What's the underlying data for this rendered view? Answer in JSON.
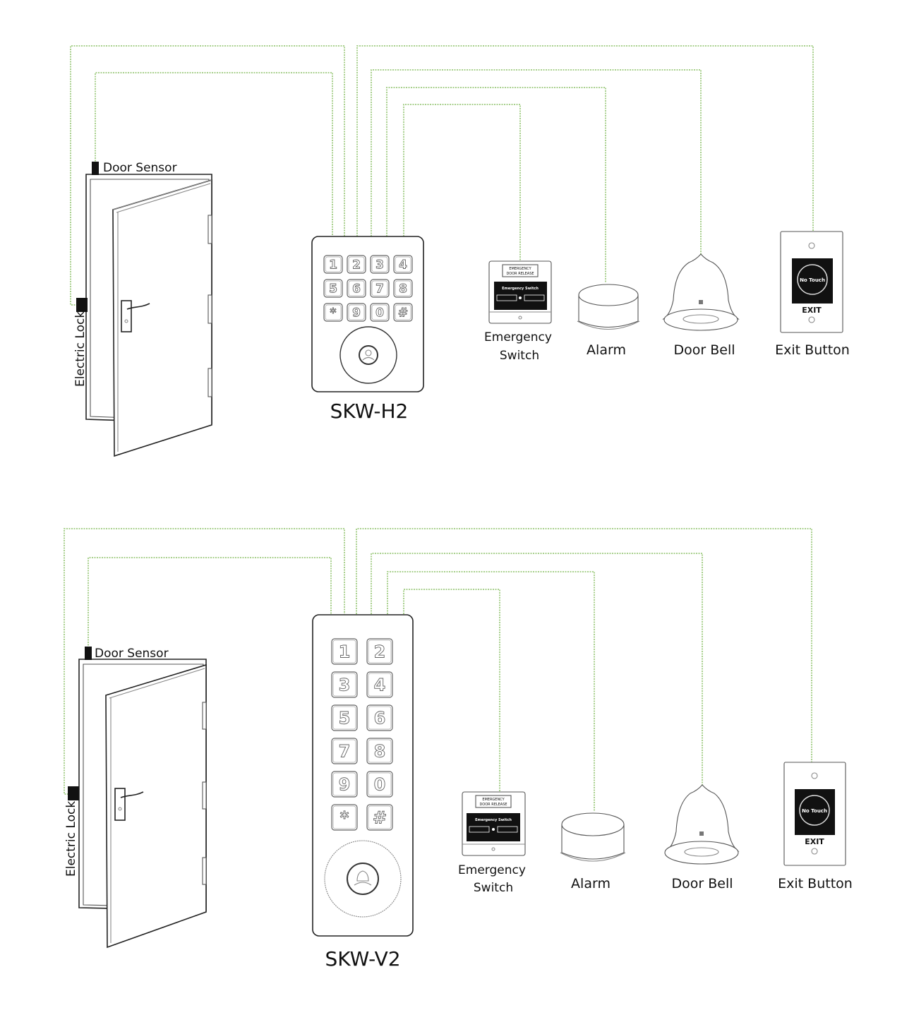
{
  "diagram": {
    "wire_color": "#a9d08e",
    "panels": [
      {
        "controller": {
          "model": "SKW-H2",
          "layout": "horizontal",
          "keys": [
            "1",
            "2",
            "3",
            "4",
            "5",
            "6",
            "7",
            "8",
            "*",
            "9",
            "0",
            "#"
          ]
        },
        "door": {
          "sensor_label": "Door Sensor",
          "lock_label": "Electric Lock"
        },
        "devices": [
          {
            "id": "emergency",
            "label_lines": [
              "Emergency",
              "Switch"
            ],
            "panel_text": [
              "EMERGENCY",
              "DOOR RELEASE",
              "Emergency Switch"
            ]
          },
          {
            "id": "alarm",
            "label_lines": [
              "Alarm"
            ]
          },
          {
            "id": "doorbell",
            "label_lines": [
              "Door Bell"
            ]
          },
          {
            "id": "exit",
            "label_lines": [
              "Exit Button"
            ],
            "button_text": "No Touch",
            "exit_text": "EXIT"
          }
        ]
      },
      {
        "controller": {
          "model": "SKW-V2",
          "layout": "vertical",
          "keys": [
            "1",
            "2",
            "3",
            "4",
            "5",
            "6",
            "7",
            "8",
            "9",
            "0",
            "*",
            "#"
          ]
        },
        "door": {
          "sensor_label": "Door Sensor",
          "lock_label": "Electric Lock"
        },
        "devices": [
          {
            "id": "emergency",
            "label_lines": [
              "Emergency",
              "Switch"
            ],
            "panel_text": [
              "EMERGENCY",
              "DOOR RELEASE",
              "Emergency Switch"
            ]
          },
          {
            "id": "alarm",
            "label_lines": [
              "Alarm"
            ]
          },
          {
            "id": "doorbell",
            "label_lines": [
              "Door Bell"
            ]
          },
          {
            "id": "exit",
            "label_lines": [
              "Exit Button"
            ],
            "button_text": "No Touch",
            "exit_text": "EXIT"
          }
        ]
      }
    ]
  }
}
